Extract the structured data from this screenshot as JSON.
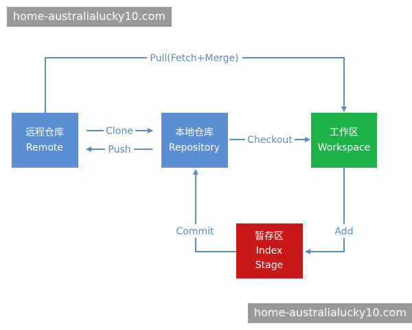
{
  "watermarks": {
    "top": "home-australialucky10.com",
    "bottom": "home-australialucky10.com"
  },
  "colors": {
    "arrow": "#5b8ac6",
    "remote": "#5b8fd1",
    "repository": "#5b8fd1",
    "workspace": "#1fb24a",
    "stage": "#c81818"
  },
  "nodes": {
    "remote": {
      "line1": "远程仓库",
      "line2": "Remote"
    },
    "repository": {
      "line1": "本地仓库",
      "line2": "Repository"
    },
    "workspace": {
      "line1": "工作区",
      "line2": "Workspace"
    },
    "stage": {
      "line1": "暂存区",
      "line2": "Index",
      "line3": "Stage"
    }
  },
  "edges": {
    "pull": "Pull(Fetch+Merge)",
    "clone": "Clone",
    "push": "Push",
    "checkout": "Checkout",
    "add": "Add",
    "commit": "Commit"
  }
}
